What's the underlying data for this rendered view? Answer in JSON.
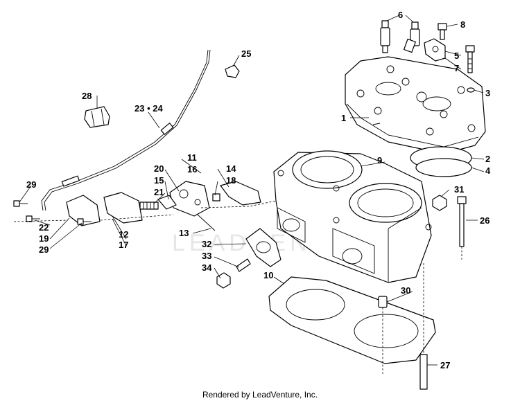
{
  "watermark": "LEADVENTURE",
  "footer": "Rendered by LeadVenture, Inc.",
  "callouts": [
    "1",
    "2",
    "3",
    "4",
    "5",
    "6",
    "7",
    "8",
    "9",
    "10",
    "11",
    "12",
    "13",
    "14",
    "15",
    "16",
    "17",
    "18",
    "19",
    "20",
    "21",
    "22",
    "23 • 24",
    "25",
    "26",
    "27",
    "28",
    "29",
    "29",
    "30",
    "31",
    "32",
    "33",
    "34"
  ]
}
